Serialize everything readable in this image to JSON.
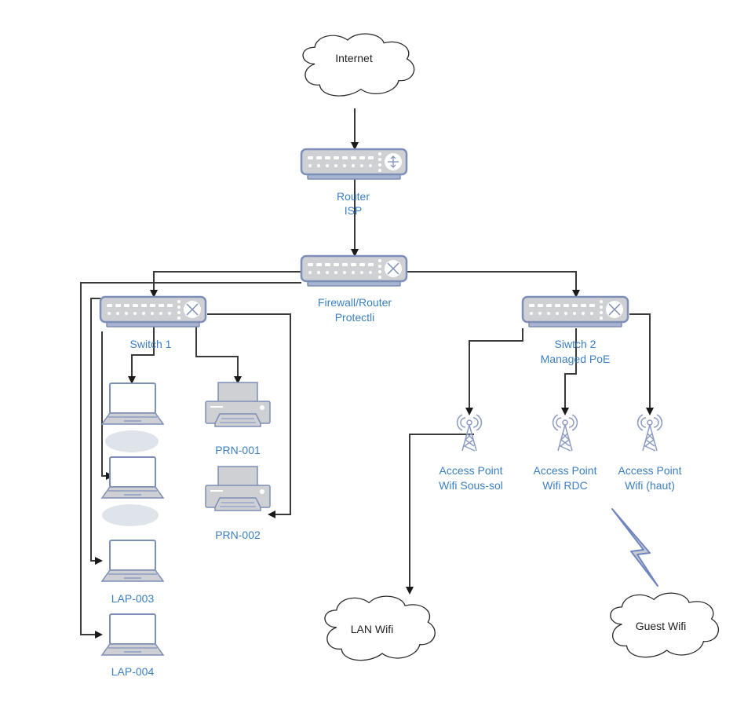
{
  "diagram": {
    "title": "Network topology",
    "nodes": {
      "internet": {
        "label": "Internet",
        "type": "cloud"
      },
      "router_isp": {
        "label_line1": "Router",
        "label_line2": "ISP",
        "type": "router"
      },
      "firewall": {
        "label_line1": "Firewall/Router",
        "label_line2": "Protectli",
        "type": "firewall"
      },
      "switch1": {
        "label": "Switch 1",
        "type": "switch"
      },
      "switch2": {
        "label_line1": "Siwtch 2",
        "label_line2": "Managed PoE",
        "type": "switch"
      },
      "laptop1": {
        "label": "",
        "label_redacted": true,
        "type": "laptop"
      },
      "laptop2": {
        "label": "",
        "label_redacted": true,
        "type": "laptop"
      },
      "lap003": {
        "label": "LAP-003",
        "type": "laptop"
      },
      "lap004": {
        "label": "LAP-004",
        "type": "laptop"
      },
      "prn001": {
        "label": "PRN-001",
        "type": "printer"
      },
      "prn002": {
        "label": "PRN-002",
        "type": "printer"
      },
      "ap_soussol": {
        "label_line1": "Access Point",
        "label_line2": "Wifi Sous-sol",
        "type": "access-point"
      },
      "ap_rdc": {
        "label_line1": "Access Point",
        "label_line2": "Wifi RDC",
        "type": "access-point"
      },
      "ap_haut": {
        "label_line1": "Access Point",
        "label_line2": "Wifi (haut)",
        "type": "access-point"
      },
      "lan_wifi": {
        "label": "LAN Wifi",
        "type": "cloud"
      },
      "guest_wifi": {
        "label": "Guest Wifi",
        "type": "cloud"
      }
    },
    "edges": [
      {
        "from": "internet",
        "to": "router_isp",
        "style": "arrow"
      },
      {
        "from": "router_isp",
        "to": "firewall",
        "style": "arrow"
      },
      {
        "from": "firewall",
        "to": "switch1",
        "style": "arrow"
      },
      {
        "from": "firewall",
        "to": "switch2",
        "style": "arrow"
      },
      {
        "from": "switch1",
        "to": "laptop1",
        "style": "arrow"
      },
      {
        "from": "switch1",
        "to": "laptop2",
        "style": "arrow"
      },
      {
        "from": "switch1",
        "to": "lap003",
        "style": "arrow"
      },
      {
        "from": "firewall",
        "to": "lap004",
        "style": "arrow"
      },
      {
        "from": "switch1",
        "to": "prn001",
        "style": "arrow"
      },
      {
        "from": "switch1",
        "to": "prn002",
        "style": "arrow"
      },
      {
        "from": "switch2",
        "to": "ap_soussol",
        "style": "arrow"
      },
      {
        "from": "switch2",
        "to": "ap_rdc",
        "style": "arrow"
      },
      {
        "from": "switch2",
        "to": "ap_haut",
        "style": "arrow"
      },
      {
        "from": "ap_soussol",
        "to": "lan_wifi",
        "style": "arrow"
      },
      {
        "from": "ap_haut",
        "to": "guest_wifi",
        "style": "wireless"
      }
    ],
    "colors": {
      "label": "#3b7fc4",
      "device_fill": "#cfd0d3",
      "device_stroke": "#7d8eb8",
      "edge": "#3a3a3a"
    }
  }
}
